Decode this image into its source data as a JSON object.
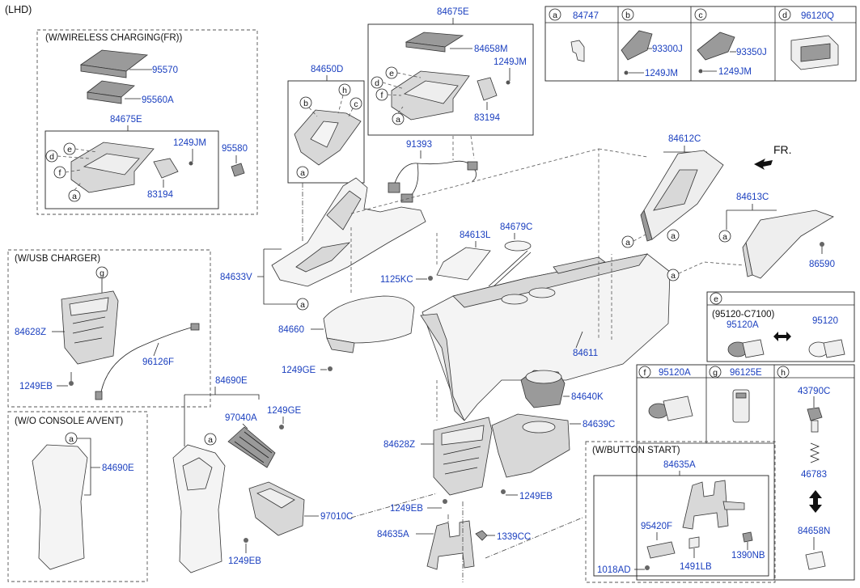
{
  "drive": "(LHD)",
  "direction": "FR.",
  "groups": {
    "wireless": "(W/WIRELESS CHARGING(FR))",
    "usb": "(W/USB CHARGER)",
    "no_vent": "(W/O CONSOLE A/VENT)",
    "button_start": "(W/BUTTON START)",
    "spec_e": "(95120-C7100)"
  },
  "legend": [
    {
      "letter": "a",
      "part": "84747"
    },
    {
      "letter": "b",
      "part": "93300J",
      "sub": "1249JM"
    },
    {
      "letter": "c",
      "part": "93350J",
      "sub": "1249JM"
    },
    {
      "letter": "d",
      "part": "96120Q"
    },
    {
      "letter": "e",
      "part_left": "95120A",
      "part_right": "95120"
    },
    {
      "letter": "f",
      "part": "95120A"
    },
    {
      "letter": "g",
      "part": "96125E"
    },
    {
      "letter": "h",
      "parts": [
        "43790C",
        "46783",
        "84658N"
      ]
    }
  ],
  "labels": {
    "p84675E_top": "84675E",
    "p84658M": "84658M",
    "p1249JM_top": "1249JM",
    "p83194_top": "83194",
    "p84650D": "84650D",
    "p91393": "91393",
    "p95570": "95570",
    "p95560A": "95560A",
    "p84675E_w": "84675E",
    "p1249JM_w": "1249JM",
    "p95580": "95580",
    "p83194_w": "83194",
    "p84612C": "84612C",
    "p84613C": "84613C",
    "p86590": "86590",
    "p84613L": "84613L",
    "p84679C": "84679C",
    "p1125KC": "1125KC",
    "p84633V": "84633V",
    "p84660": "84660",
    "p1249GE_a": "1249GE",
    "p84611": "84611",
    "p84640K": "84640K",
    "p84639C": "84639C",
    "p84628Z_u": "84628Z",
    "p96126F": "96126F",
    "p1249EB_u": "1249EB",
    "p84690E_t": "84690E",
    "p97040A": "97040A",
    "p1249GE_b": "1249GE",
    "p97010C": "97010C",
    "p1249EB_b": "1249EB",
    "p84690E_s": "84690E",
    "p84628Z_m": "84628Z",
    "p1249EB_m1": "1249EB",
    "p1249EB_m2": "1249EB",
    "p84635A_m": "84635A",
    "p1339CC": "1339CC",
    "p84635A_b": "84635A",
    "p95420F": "95420F",
    "p1491LB": "1491LB",
    "p1390NB": "1390NB",
    "p1018AD": "1018AD"
  },
  "callouts": {
    "a": "a",
    "b": "b",
    "c": "c",
    "d": "d",
    "e": "e",
    "f": "f",
    "g": "g",
    "h": "h"
  }
}
